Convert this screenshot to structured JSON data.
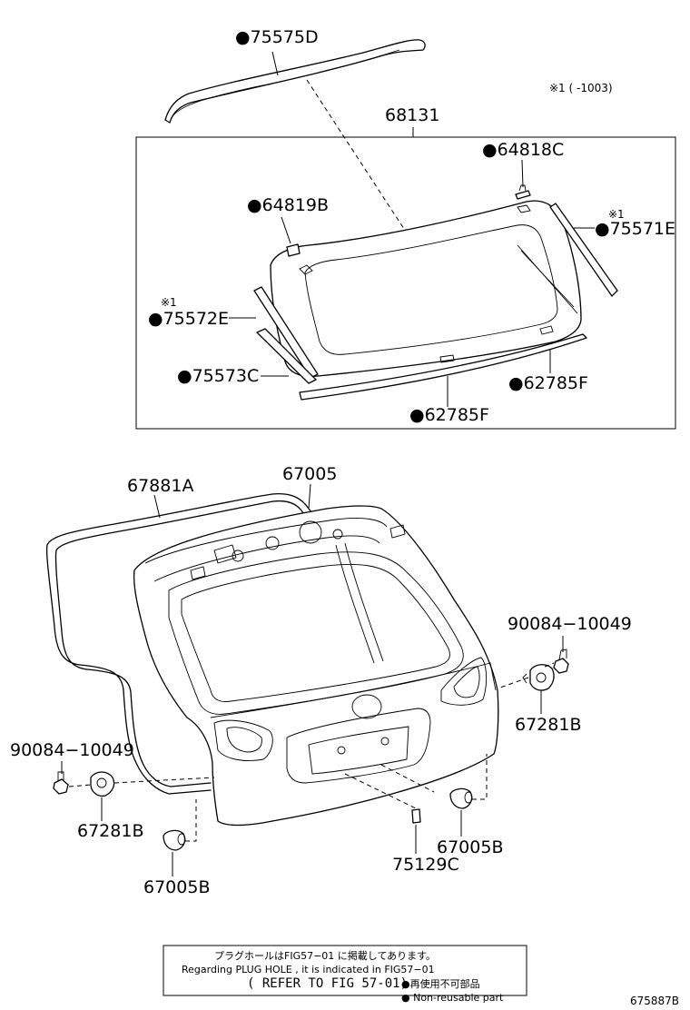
{
  "diagram": {
    "top_note": "※1 (      -1003)",
    "footnote_mark": "※1",
    "labels": {
      "p75575D": "●75575D",
      "p68131": "68131",
      "p64818C": "●64818C",
      "p64819B": "●64819B",
      "p75571E": "●75571E",
      "p75572E": "●75572E",
      "p75573C": "●75573C",
      "p62785F_a": "●62785F",
      "p62785F_b": "●62785F",
      "p67881A": "67881A",
      "p67005": "67005",
      "p90084_right": "90084−10049",
      "p67281B_right": "67281B",
      "p90084_left": "90084−10049",
      "p67281B_left": "67281B",
      "p67005B_right": "67005B",
      "p75129C": "75129C",
      "p67005B_left": "67005B"
    },
    "bottom_box": {
      "line_jp": "プラグホールはFIG57−01 に掲載してあります。",
      "line_en": "Regarding  PLUG HOLE , it is indicated  in  FIG57−01",
      "refer": "( REFER TO FIG 57-01)"
    },
    "legend": {
      "jp": "●再使用不可部品",
      "en": "● Non-reusable part"
    },
    "figure_code": "675887B"
  }
}
